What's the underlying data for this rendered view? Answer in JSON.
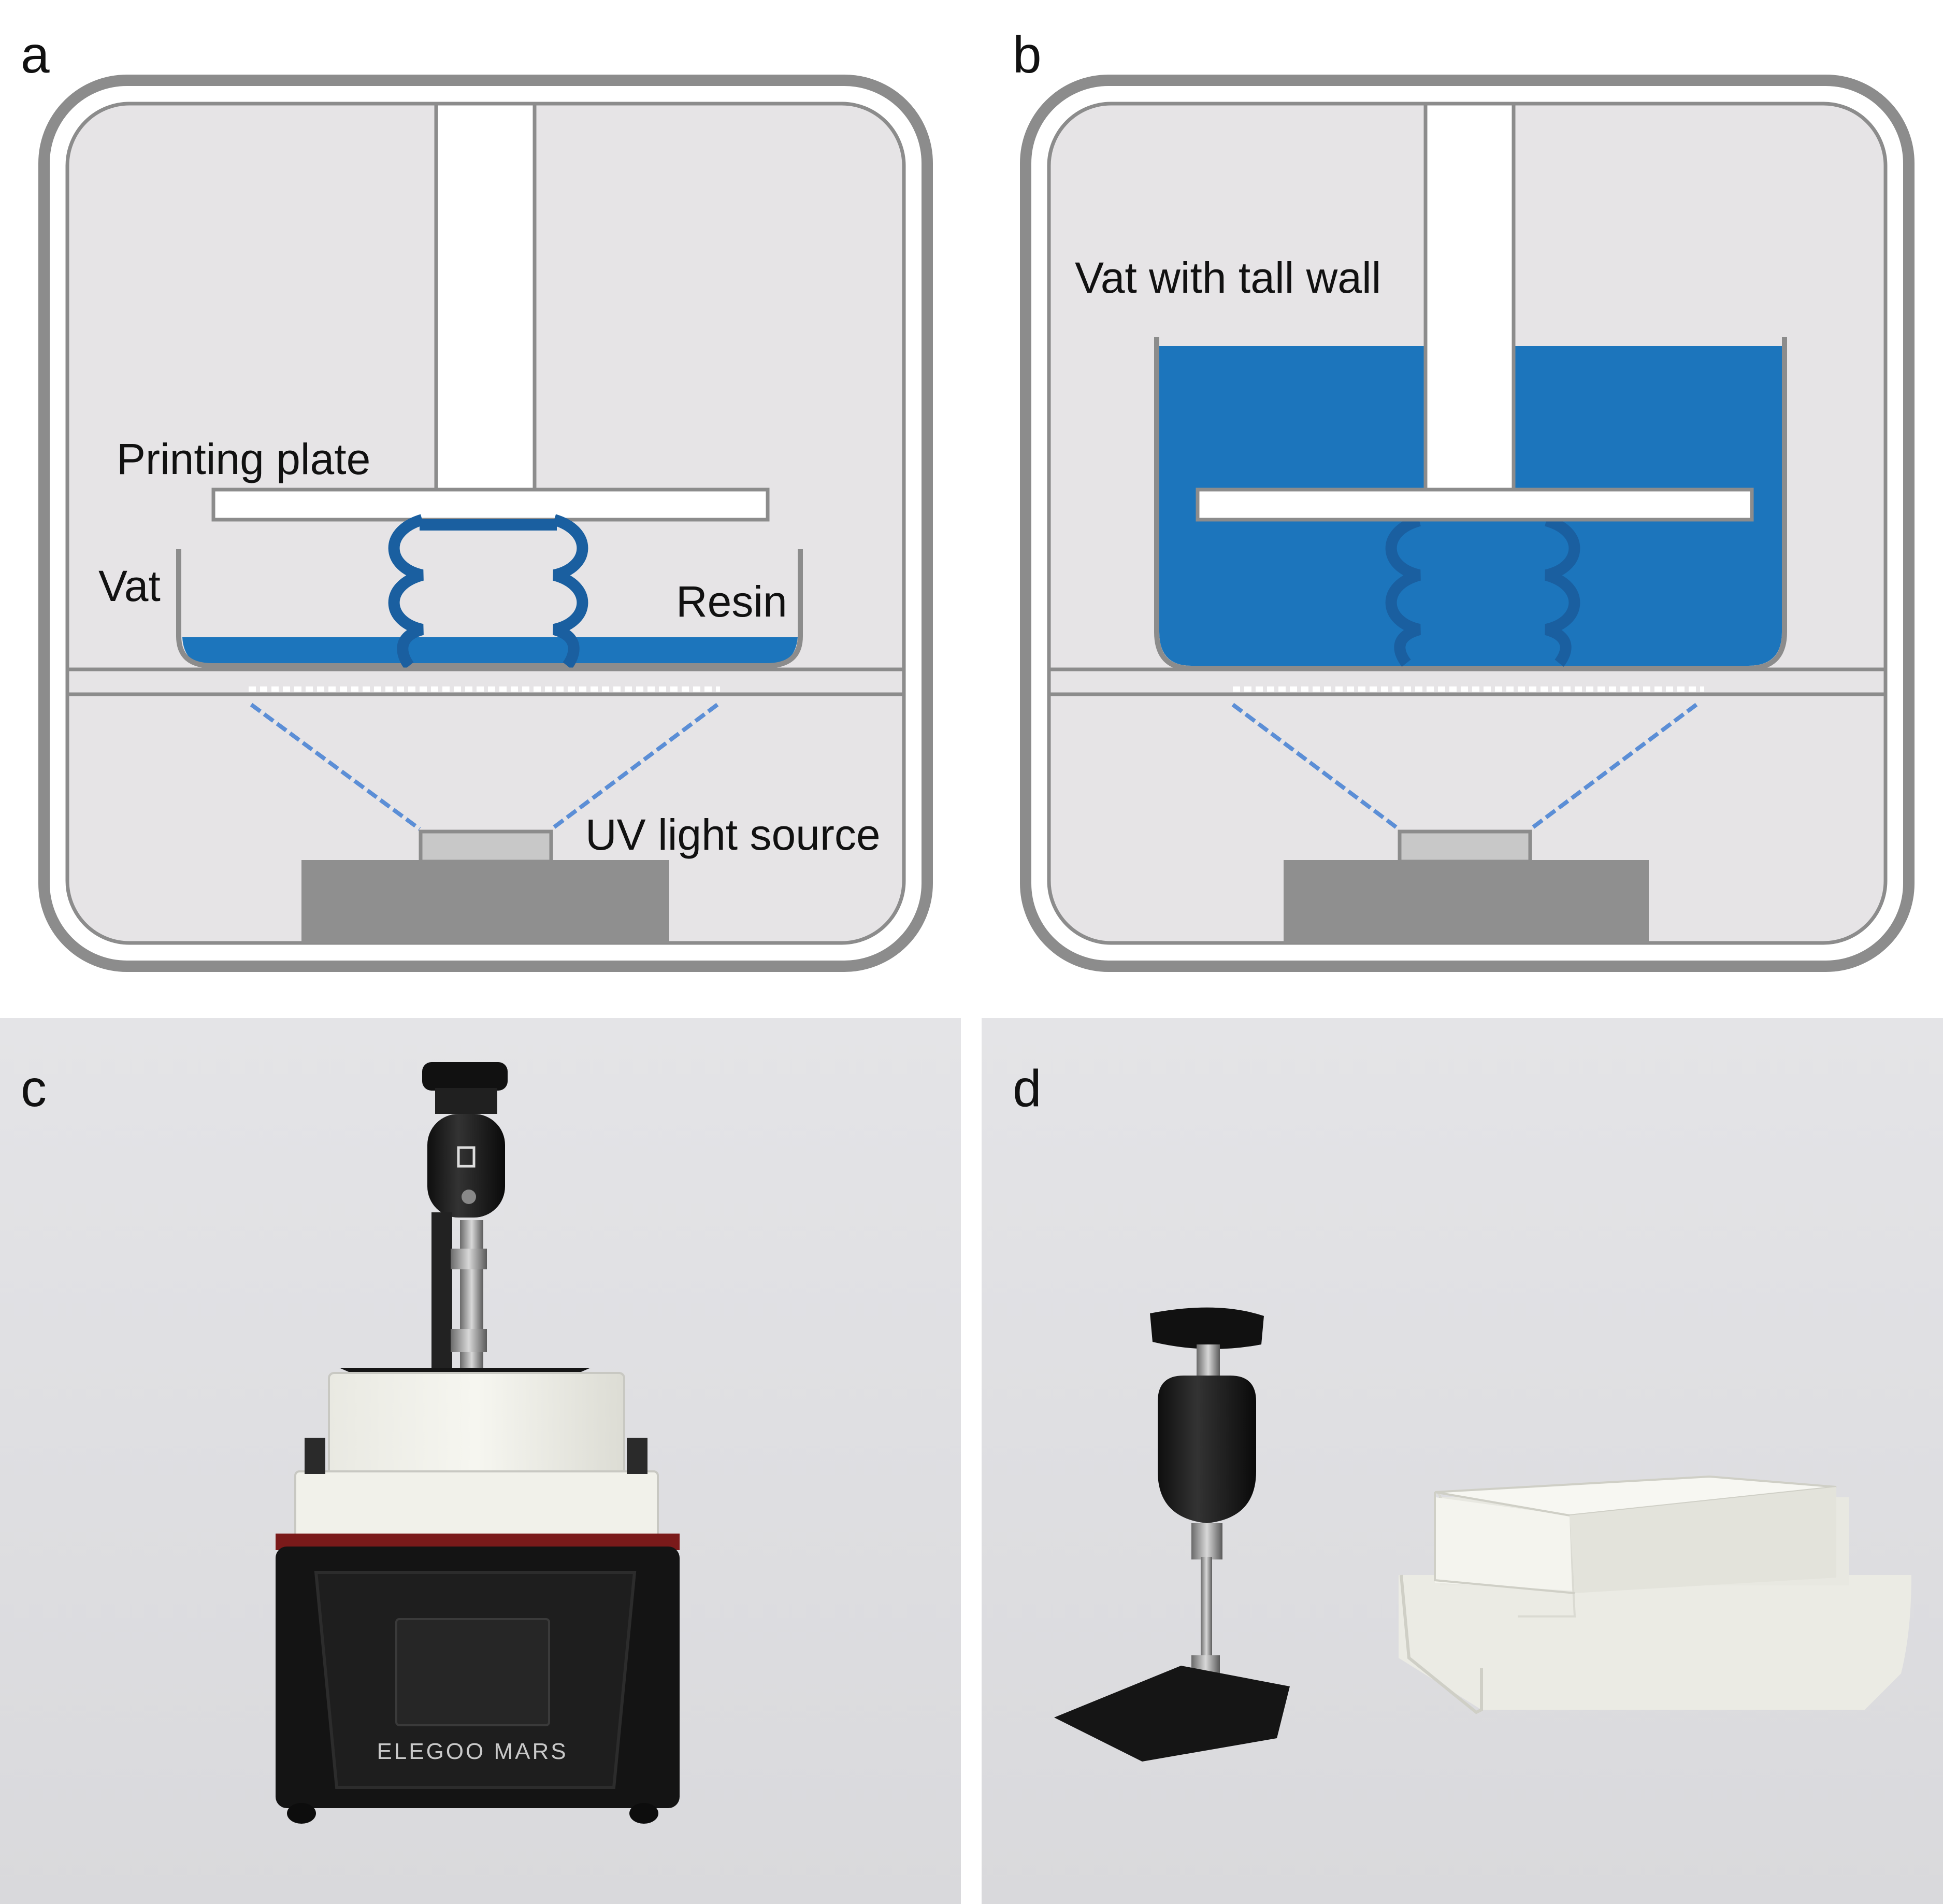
{
  "panels": {
    "a": {
      "letter": "a",
      "labels": {
        "printing_plate": "Printing plate",
        "vat": "Vat",
        "resin": "Resin",
        "uv_light_source": "UV light source"
      }
    },
    "b": {
      "letter": "b",
      "labels": {
        "vat_tall_wall": "Vat with tall wall"
      }
    },
    "c": {
      "letter": "c",
      "printer_brand": "ELEGOO MARS"
    },
    "d": {
      "letter": "d"
    }
  },
  "colors": {
    "chamber_fill": "#e6e4e6",
    "chamber_stroke": "#8c8c8c",
    "resin_blue": "#1c75bc",
    "print_outline": "#1a5fa0",
    "light_beam": "#5b8ed6",
    "base_gray": "#8f8f8f",
    "source_gray": "#c8c8c8"
  }
}
